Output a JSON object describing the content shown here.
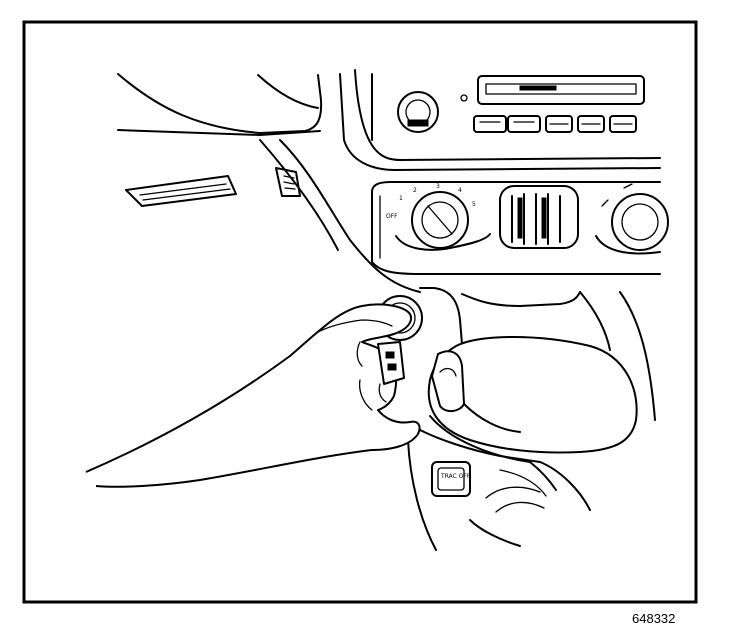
{
  "figure": {
    "figure_number": "648332",
    "off_label": "OFF",
    "fan_speeds": [
      "1",
      "2",
      "3",
      "4",
      "5"
    ],
    "button_label": "TRAC OFF"
  }
}
